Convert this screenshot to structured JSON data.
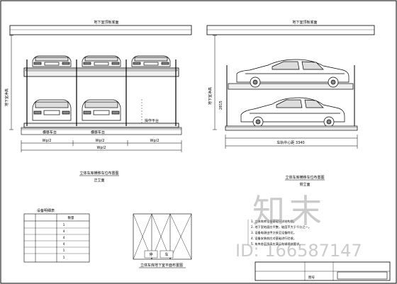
{
  "sheet": {
    "front_view": {
      "ceiling_note": "地下室顶板底面",
      "platform_labels": [
        "横移车台",
        "横移车台"
      ],
      "dim_unit_labels": [
        "Wp/2",
        "Wp/2",
        "Wp/2"
      ],
      "dim_total_label": "Wp/2",
      "height_label": "地下室净高",
      "center_note": "操作平台",
      "title": "立体车库横移车位布置图",
      "subtitle": "正立面"
    },
    "side_view": {
      "ceiling_note": "地下室顶板底面",
      "height_label": "地下室净高",
      "left_dim": "2815",
      "center_label": "车轨中心距 3340",
      "title": "立体车库横移车位布置图",
      "subtitle": "侧立面"
    },
    "legend_table": {
      "title": "设备明细表",
      "headers": [
        "",
        "数量"
      ],
      "rows": [
        [
          "",
          "1"
        ],
        [
          "",
          "4"
        ],
        [
          "",
          "4"
        ],
        [
          "",
          "4"
        ],
        [
          "",
          "1"
        ],
        [
          "",
          "1"
        ]
      ]
    },
    "plan_view": {
      "title": "立体车库地下室平面布置图",
      "bay_labels": [
        "停",
        "车"
      ]
    },
    "notes": {
      "lines": [
        "1. 立体车库设备基础另详结构图。",
        "2. 地下室地面应平整，坡度不大于千分之一。",
        "3. 设备电源由甲方接至设备附近。",
        "4. 设备安装前应对基础进行验收。",
        "5. 车库各层净高应满足车辆停放要求。"
      ]
    },
    "title_block": {
      "label": "图号"
    },
    "watermark": {
      "logo": "知末",
      "id": "ID: 166587147"
    }
  }
}
